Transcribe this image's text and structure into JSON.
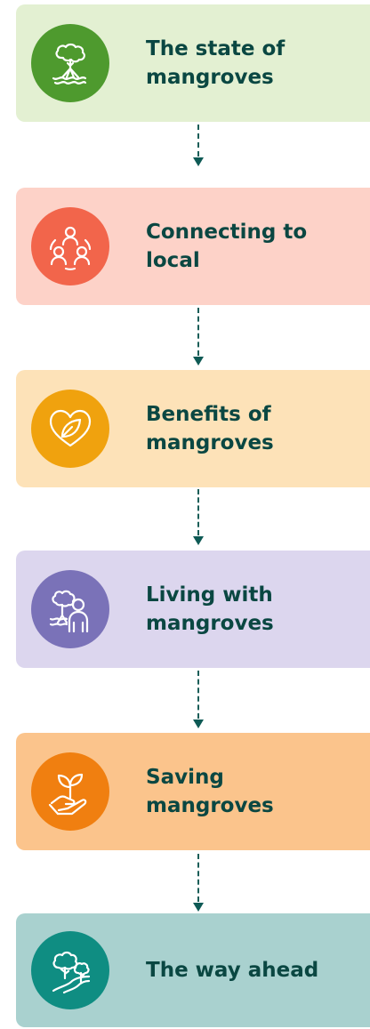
{
  "steps": [
    {
      "label": "The state of mangroves",
      "icon": "mangrove-tree-icon",
      "card_color": "#e3f0d2",
      "circle_color": "#4e9a2e"
    },
    {
      "label": "Connecting to local",
      "icon": "community-people-icon",
      "card_color": "#fdd2c8",
      "circle_color": "#f2654b"
    },
    {
      "label": "Benefits of mangroves",
      "icon": "heart-leaf-icon",
      "card_color": "#fde2b8",
      "circle_color": "#f0a20e"
    },
    {
      "label": "Living with mangroves",
      "icon": "person-by-tree-icon",
      "card_color": "#dcd6ee",
      "circle_color": "#7a72b8"
    },
    {
      "label": "Saving mangroves",
      "icon": "hand-holding-sprout-icon",
      "card_color": "#fbc48c",
      "circle_color": "#f07f10"
    },
    {
      "label": "The way ahead",
      "icon": "trees-on-path-icon",
      "card_color": "#a9d1cf",
      "circle_color": "#0f8d82"
    }
  ],
  "connector_color": "#0e5a55",
  "label_color": "#0a4742"
}
